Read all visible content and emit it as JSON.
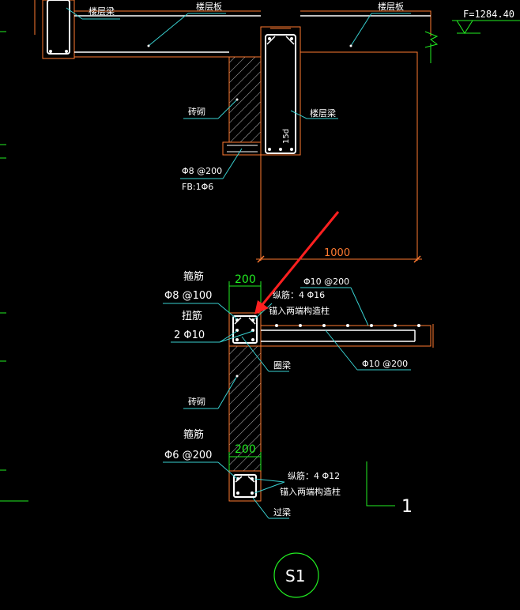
{
  "labels": {
    "floor_beam_1": "楼层梁",
    "floor_slab_1": "楼层板",
    "floor_slab_2": "楼层板",
    "elevation": "F=1284.40",
    "masonry_1": "砖砌",
    "floor_beam_2": "楼层梁",
    "beam_side": "15d",
    "rebar_1a": "Φ8 @200",
    "rebar_1b": "FB:1Φ6",
    "dim_1000": "1000",
    "stirrup_1_title": "箍筋",
    "stirrup_1_spec": "Φ8 @100",
    "dim_200_1": "200",
    "slab_top_rebar": "Φ10 @200",
    "long_rebar_1": "纵筋：4 Φ16",
    "anchor_1": "锚入两端构造柱",
    "torsion_title": "扭筋",
    "torsion_spec": "2 Φ10",
    "ring_beam": "圈梁",
    "slab_bot_rebar": "Φ10 @200",
    "masonry_2": "砖砌",
    "stirrup_2_title": "箍筋",
    "stirrup_2_spec": "Φ6 @200",
    "dim_200_2": "200",
    "long_rebar_2": "纵筋：4 Φ12",
    "anchor_2": "锚入两端构造柱",
    "lintel": "过梁",
    "detail_num": "1",
    "section_id": "S1"
  },
  "colors": {
    "background": "#000000",
    "concrete_outline": "#ff7a30",
    "rebar": "#ffffff",
    "dimension_green": "#22ee22",
    "leader": "#38d0d0",
    "hatch": "#c8c8c8",
    "arrow": "#ff2020"
  }
}
